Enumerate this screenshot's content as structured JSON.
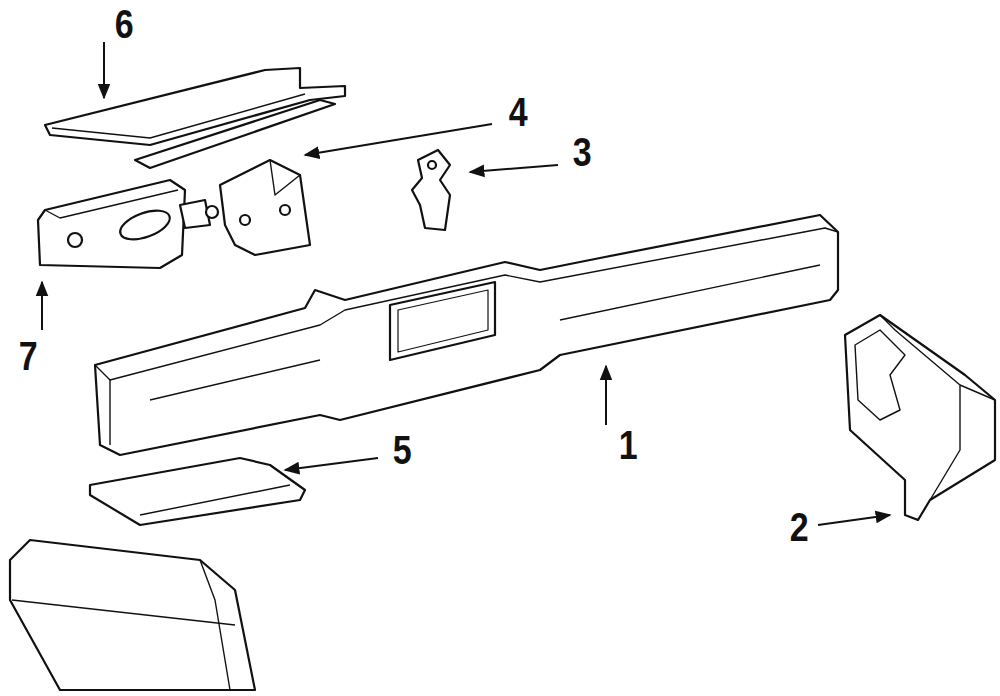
{
  "diagram": {
    "labels": [
      "6",
      "4",
      "3",
      "7",
      "5",
      "1",
      "2"
    ]
  }
}
